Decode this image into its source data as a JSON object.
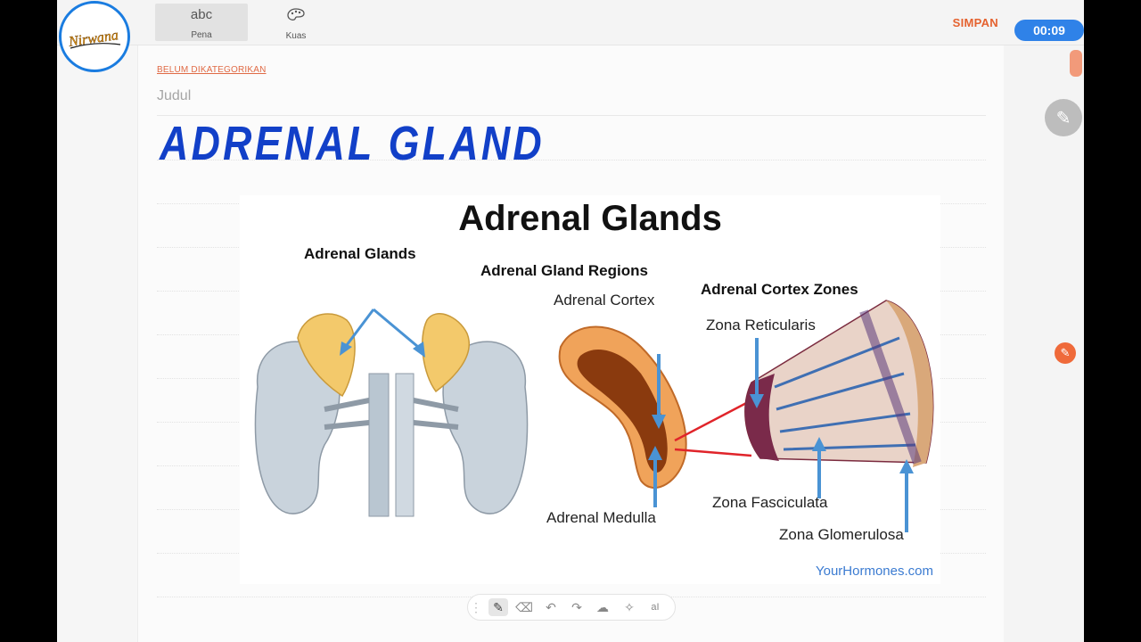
{
  "toolbar": {
    "tools": [
      {
        "icon": "abc",
        "label": "Pena"
      },
      {
        "icon": "palette-icon",
        "label": "Kuas"
      }
    ],
    "save_label": "SIMPAN",
    "timer": "00:09"
  },
  "logo_text": "Nirwana",
  "note": {
    "category": "BELUM DIKATEGORIKAN",
    "title_placeholder": "Judul",
    "handwritten_title": "ADRENAL GLAND"
  },
  "figure": {
    "title": "Adrenal Glands",
    "left_label": "Adrenal Glands",
    "regions_heading": "Adrenal Gland Regions",
    "cortex_label": "Adrenal Cortex",
    "medulla_label": "Adrenal Medulla",
    "zones_heading": "Adrenal Cortex Zones",
    "zona_reticularis": "Zona Reticularis",
    "zona_fasciculata": "Zona Fasciculata",
    "zona_glomerulosa": "Zona Glomerulosa",
    "credit": "YourHormones.com"
  },
  "bottom_tools": [
    "pen-icon",
    "eraser-icon",
    "undo-icon",
    "redo-icon",
    "lasso-icon",
    "pin-icon",
    "text-icon"
  ],
  "colors": {
    "accent_orange": "#e5622f",
    "timer_blue": "#2f82e8",
    "handwriting_blue": "#1240c8",
    "arrow_blue": "#4a93d4"
  }
}
